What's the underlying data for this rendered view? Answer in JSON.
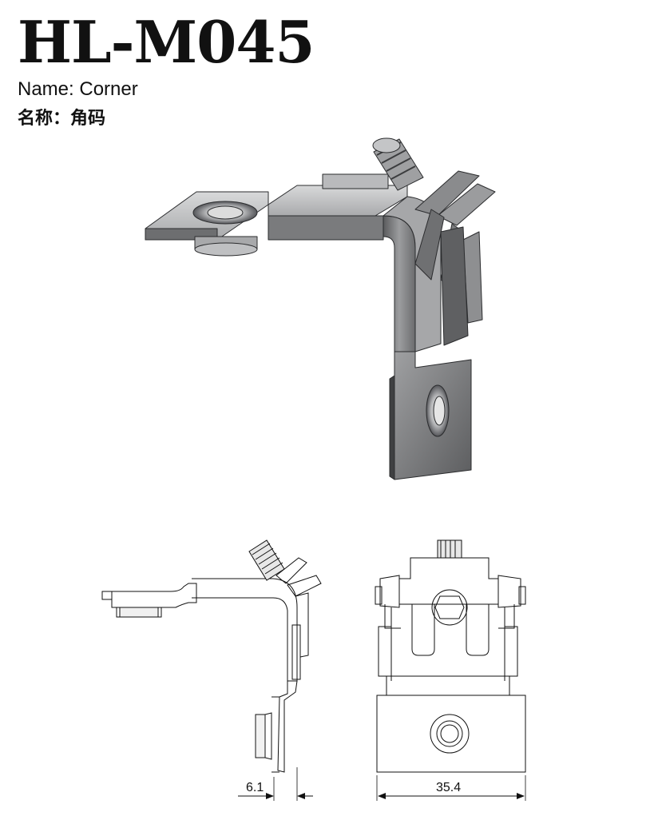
{
  "header": {
    "model_code": "HL-M045",
    "name_en": "Name: Corner",
    "name_cn": "名称：角码"
  },
  "drawing": {
    "dim_depth": "6.1",
    "dim_width": "35.4"
  },
  "colors": {
    "metal_light": "#c9cacb",
    "metal_mid": "#8f9092",
    "metal_dark": "#4a4b4d",
    "line": "#111111"
  }
}
